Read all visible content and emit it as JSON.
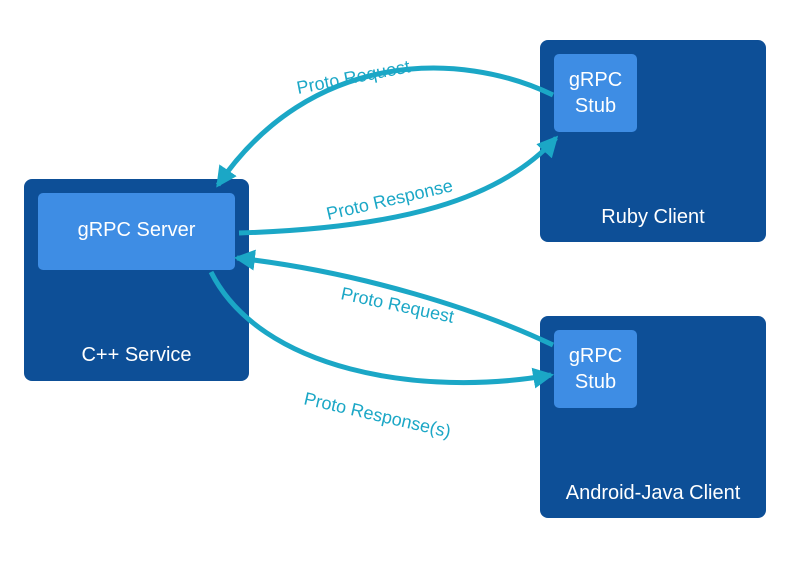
{
  "nodes": {
    "cpp_service": {
      "label": "C++ Service",
      "inner": "gRPC Server"
    },
    "ruby_client": {
      "label": "Ruby Client",
      "stub_line1": "gRPC",
      "stub_line2": "Stub"
    },
    "android_client": {
      "label": "Android-Java Client",
      "stub_line1": "gRPC",
      "stub_line2": "Stub"
    }
  },
  "edges": {
    "ruby_request": "Proto Request",
    "ruby_response": "Proto Response",
    "android_request": "Proto Request",
    "android_response": "Proto Response(s)"
  },
  "colors": {
    "outer_box": "#0d4f97",
    "inner_box": "#3e8de4",
    "arrow": "#1ba7c6"
  }
}
